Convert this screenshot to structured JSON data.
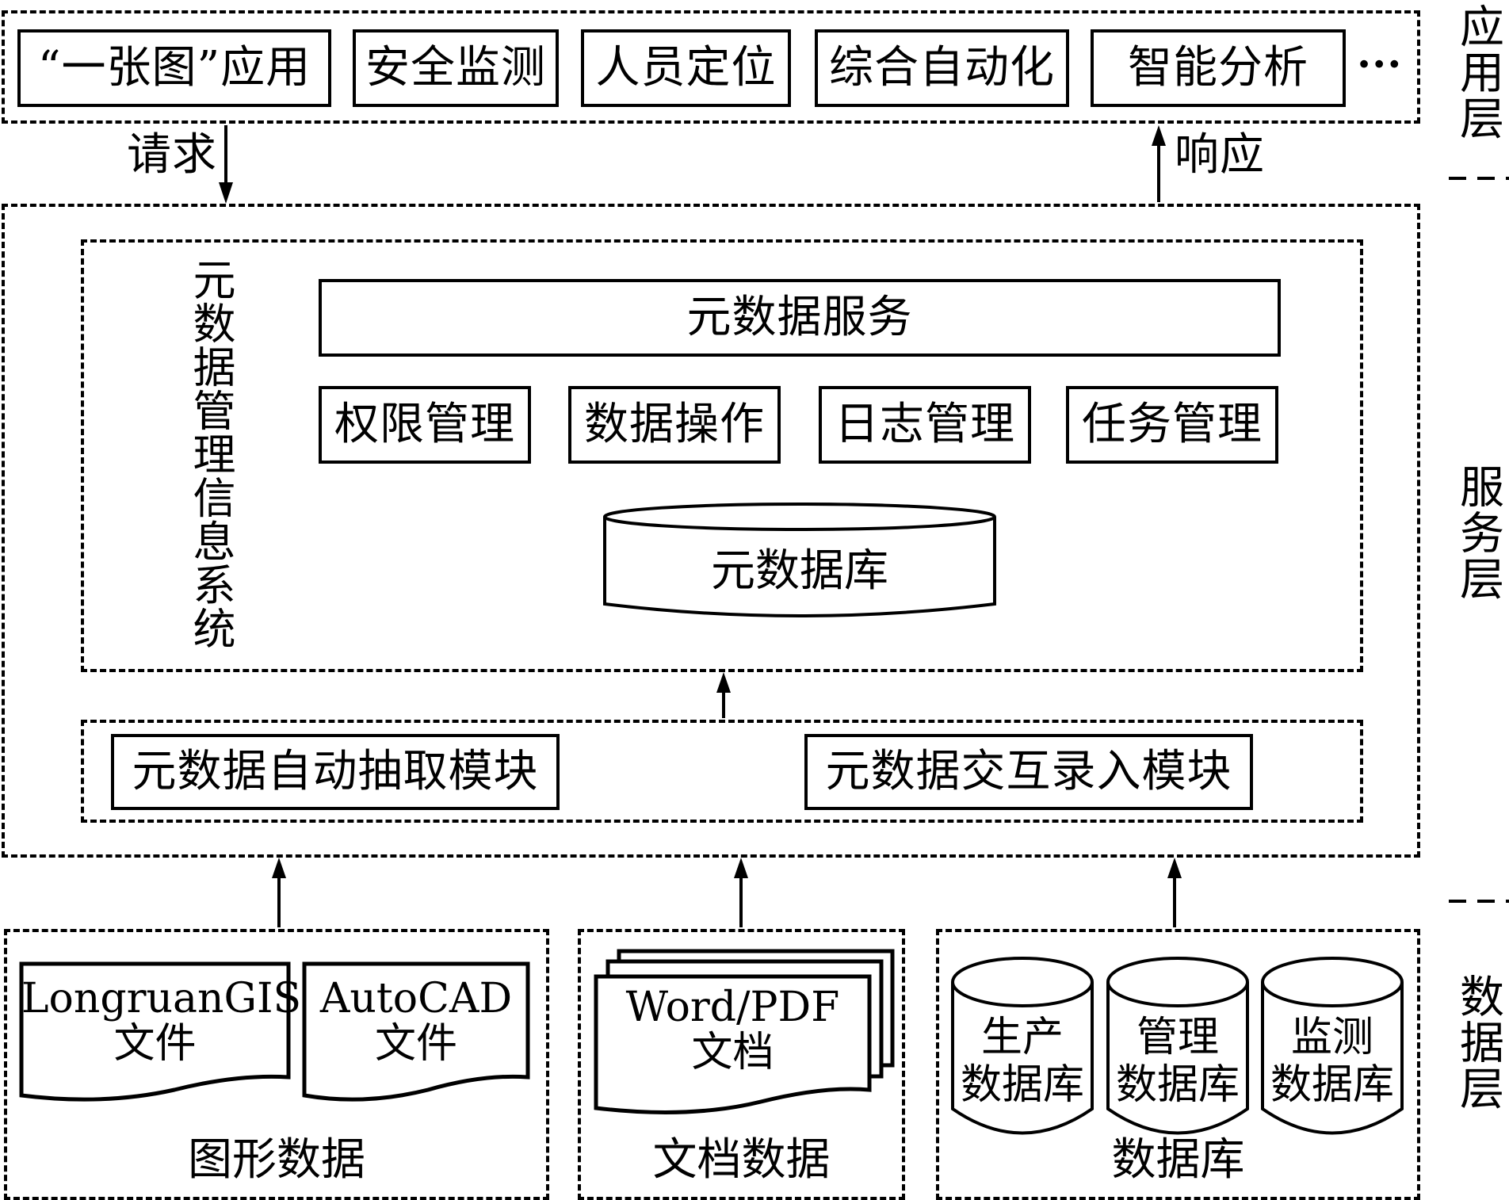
{
  "layers": {
    "application": {
      "label": "应用层"
    },
    "service": {
      "label": "服务层"
    },
    "data": {
      "label": "数据层"
    }
  },
  "application_layer": {
    "apps": [
      {
        "label": "“一张图”应用"
      },
      {
        "label": "安全监测"
      },
      {
        "label": "人员定位"
      },
      {
        "label": "综合自动化"
      },
      {
        "label": "智能分析"
      }
    ],
    "more": "···"
  },
  "flows": {
    "request": "请求",
    "response": "响应"
  },
  "service_layer": {
    "mis_title": "元数据管理信息系统",
    "metadata_service": "元数据服务",
    "functions": [
      {
        "label": "权限管理"
      },
      {
        "label": "数据操作"
      },
      {
        "label": "日志管理"
      },
      {
        "label": "任务管理"
      }
    ],
    "metadata_db": "元数据库",
    "modules": [
      {
        "label": "元数据自动抽取模块"
      },
      {
        "label": "元数据交互录入模块"
      }
    ]
  },
  "data_layer": {
    "graphic": {
      "caption": "图形数据",
      "files": [
        {
          "line1": "LongruanGIS",
          "line2": "文件"
        },
        {
          "line1": "AutoCAD",
          "line2": "文件"
        }
      ]
    },
    "document": {
      "caption": "文档数据",
      "doc": {
        "line1": "Word/PDF",
        "line2": "文档"
      }
    },
    "database": {
      "caption": "数据库",
      "dbs": [
        {
          "line1": "生产",
          "line2": "数据库"
        },
        {
          "line1": "管理",
          "line2": "数据库"
        },
        {
          "line1": "监测",
          "line2": "数据库"
        }
      ]
    }
  }
}
